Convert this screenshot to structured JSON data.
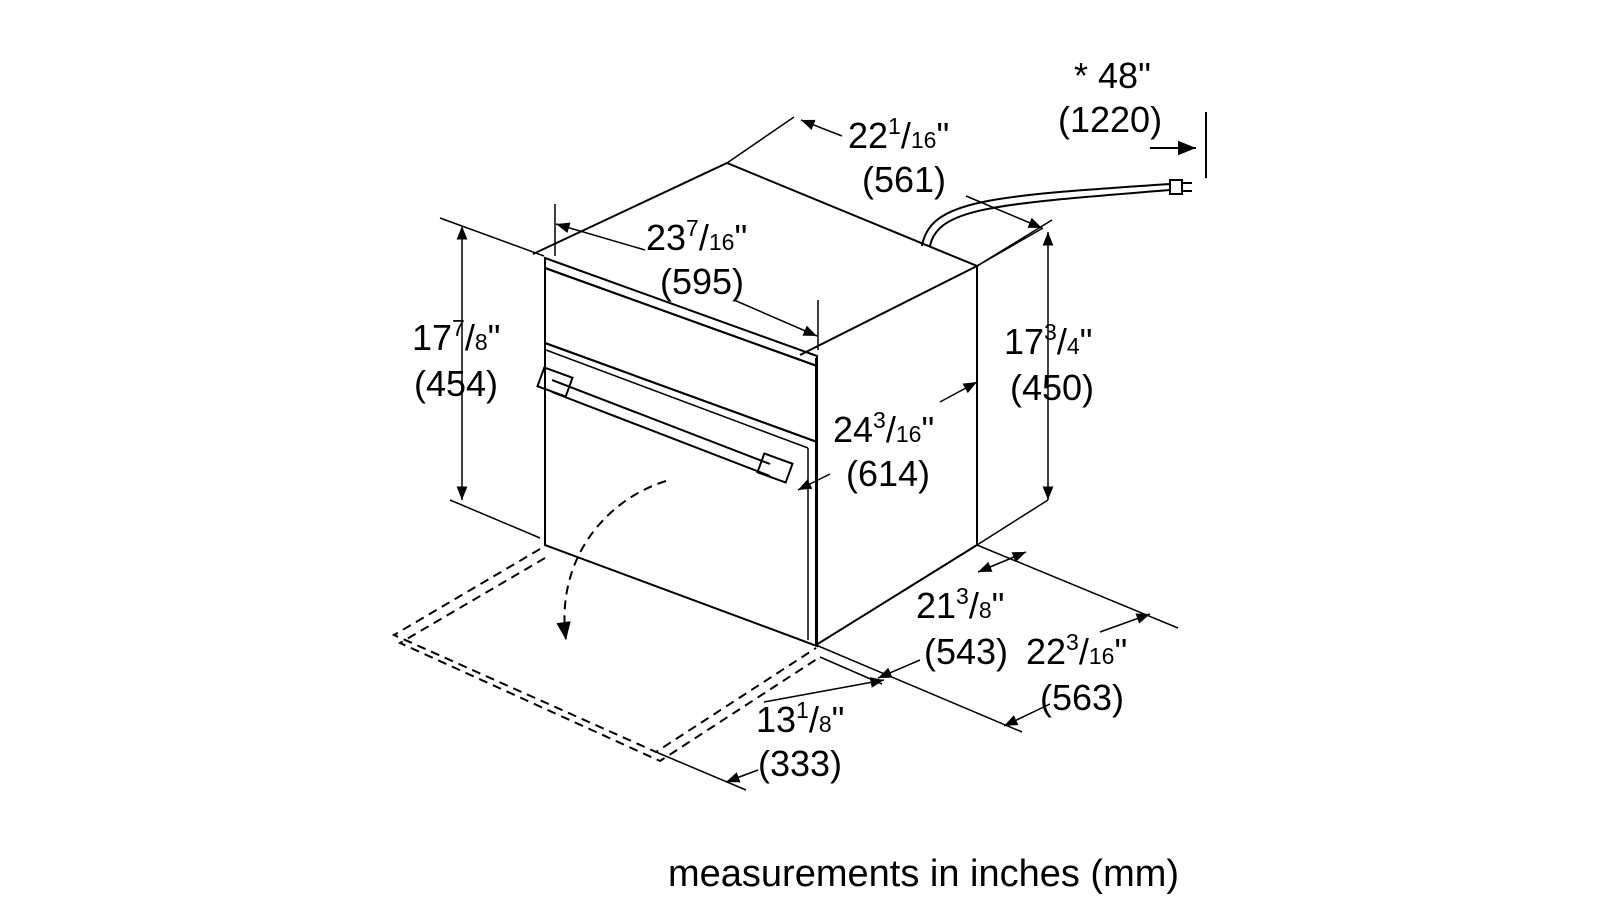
{
  "dimensions": {
    "cord_length": {
      "prefix": "* ",
      "whole": "48",
      "unit": "\"",
      "mm": "(1220)"
    },
    "depth_top": {
      "whole": "22",
      "num": "1",
      "den": "16",
      "unit": "\"",
      "mm": "(561)"
    },
    "width": {
      "whole": "23",
      "num": "7",
      "den": "16",
      "unit": "\"",
      "mm": "(595)"
    },
    "front_height": {
      "whole": "17",
      "num": "7",
      "den": "8",
      "unit": "\"",
      "mm": "(454)"
    },
    "body_height": {
      "whole": "17",
      "num": "3",
      "den": "4",
      "unit": "\"",
      "mm": "(450)"
    },
    "depth_with_handle": {
      "whole": "24",
      "num": "3",
      "den": "16",
      "unit": "\"",
      "mm": "(614)"
    },
    "body_depth": {
      "whole": "21",
      "num": "3",
      "den": "8",
      "unit": "\"",
      "mm": "(543)"
    },
    "overall_depth": {
      "whole": "22",
      "num": "3",
      "den": "16",
      "unit": "\"",
      "mm": "(563)"
    },
    "door_open": {
      "whole": "13",
      "num": "1",
      "den": "8",
      "unit": "\"",
      "mm": "(333)"
    }
  },
  "footer": "measurements in inches (mm)"
}
